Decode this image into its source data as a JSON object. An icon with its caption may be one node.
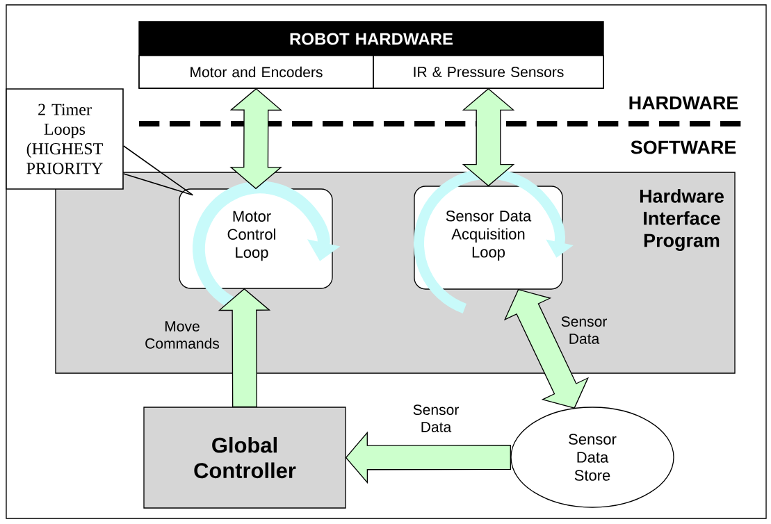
{
  "diagram": {
    "nodes": [
      {
        "text": [
          "ROBOT HARDWARE"
        ]
      },
      {
        "text": [
          "Motor and Encoders"
        ],
        "in": 0
      },
      {
        "text": [
          "IR & Pressure Sensors"
        ],
        "in": 0
      },
      {
        "text": [
          "2 Timer Loops (HIGHEST PRIORITY"
        ]
      },
      {
        "text": [
          "Hardware Interface Program"
        ]
      },
      {
        "text": [
          "Motor Control Loop"
        ],
        "in": 4
      },
      {
        "text": [
          "Sensor Data Acquisition Loop"
        ],
        "in": 4
      },
      {
        "text": [
          "Global Controller"
        ]
      },
      {
        "text": [
          "Sensor Data Store"
        ]
      }
    ],
    "edges": [
      {
        "from": 1,
        "to": 5,
        "arrow": "both"
      },
      {
        "from": 2,
        "to": 6,
        "arrow": "both"
      },
      {
        "from": 7,
        "to": 5,
        "arrow": "to",
        "label": "Move Commands"
      },
      {
        "from": 6,
        "to": 8,
        "arrow": "both",
        "label": "Sensor Data"
      },
      {
        "from": 8,
        "to": 7,
        "arrow": "to",
        "label": "Sensor Data"
      },
      {
        "from": 3,
        "to": 5,
        "arrow": "none"
      }
    ],
    "labels": [
      "HARDWARE",
      "SOFTWARE"
    ]
  }
}
